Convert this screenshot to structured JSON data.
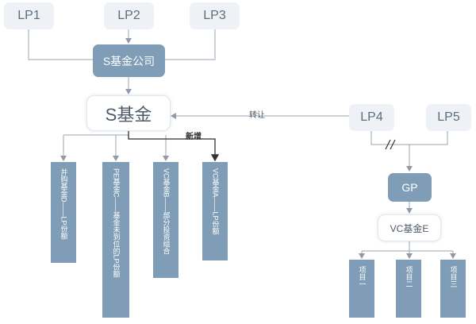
{
  "nodes": {
    "lp1": "LP1",
    "lp2": "LP2",
    "lp3": "LP3",
    "s_company": "S基金公司",
    "s_fund": "S基金",
    "lp4": "LP4",
    "lp5": "LP5",
    "gp": "GP",
    "vc_fund_e": "VC基金E"
  },
  "s_fund_targets": [
    "并购基金D——LP份额",
    "PE基金C——基金未到位的LP份额",
    "VC基金B——部分投资组合",
    "VC基金A——LP份额"
  ],
  "projects": [
    "项目一",
    "项目二",
    "项目三"
  ],
  "labels": {
    "transfer": "转让",
    "new": "新增"
  },
  "colors": {
    "light_box": "#eef2f6",
    "dark_box": "#7f9db6",
    "line": "#9aa6b2"
  }
}
